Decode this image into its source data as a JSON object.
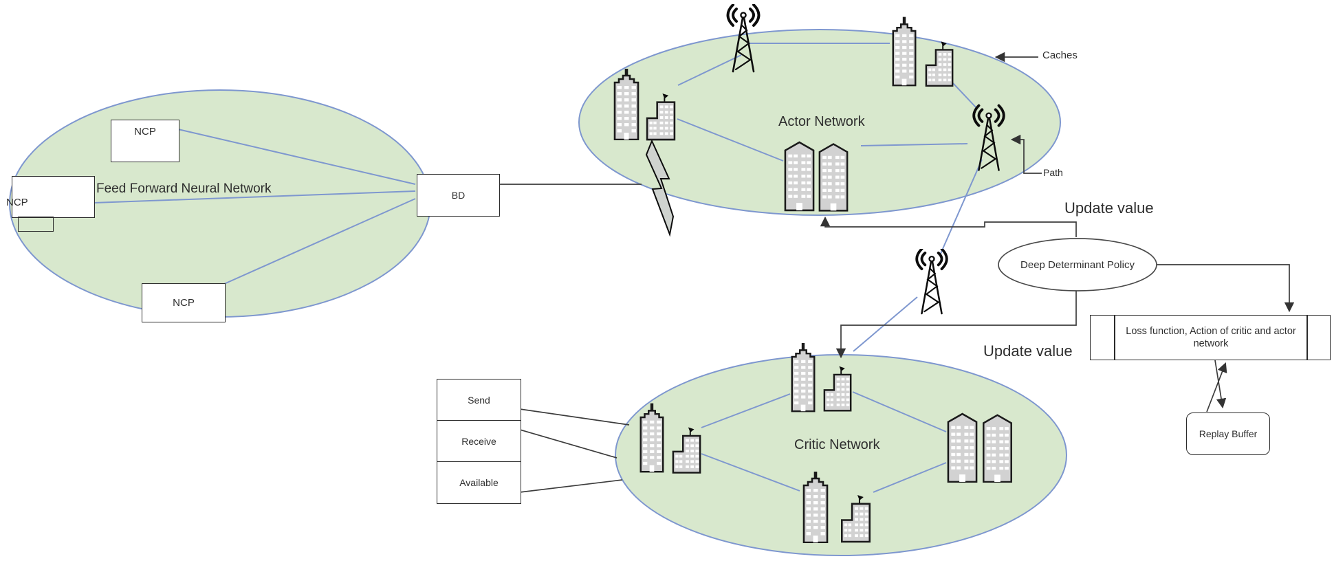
{
  "ffnn": {
    "label": "Feed Forward Neural Network",
    "node_top": "NCP",
    "node_left": "NCP",
    "node_bottom": "NCP",
    "hub": "BD"
  },
  "actor": {
    "label": "Actor Network"
  },
  "critic": {
    "label": "Critic Network"
  },
  "io_panel": {
    "send": "Send",
    "receive": "Receive",
    "available": "Available"
  },
  "labels": {
    "caches": "Caches",
    "path": "Path",
    "update_value_actor": "Update value",
    "update_value_critic": "Update value"
  },
  "policy": {
    "label": "Deep Determinant Policy"
  },
  "loss": {
    "label": "Loss function, Action of critic and actor network"
  },
  "replay": {
    "label": "Replay Buffer"
  },
  "icons": [
    "radio-tower-icon",
    "skyscraper-icon",
    "small-building-icon",
    "twin-tower-icon",
    "lightning-bolt-icon",
    "satellite-dish-icon",
    "arrowhead-icon"
  ],
  "colors": {
    "region_fill": "#d8e8cd",
    "region_stroke": "#7e97cf",
    "connector_dark": "#3c3c3c",
    "building_fill": "#d2d2d2",
    "building_outline": "#1a1a1a",
    "text": "#2e2e2e"
  }
}
